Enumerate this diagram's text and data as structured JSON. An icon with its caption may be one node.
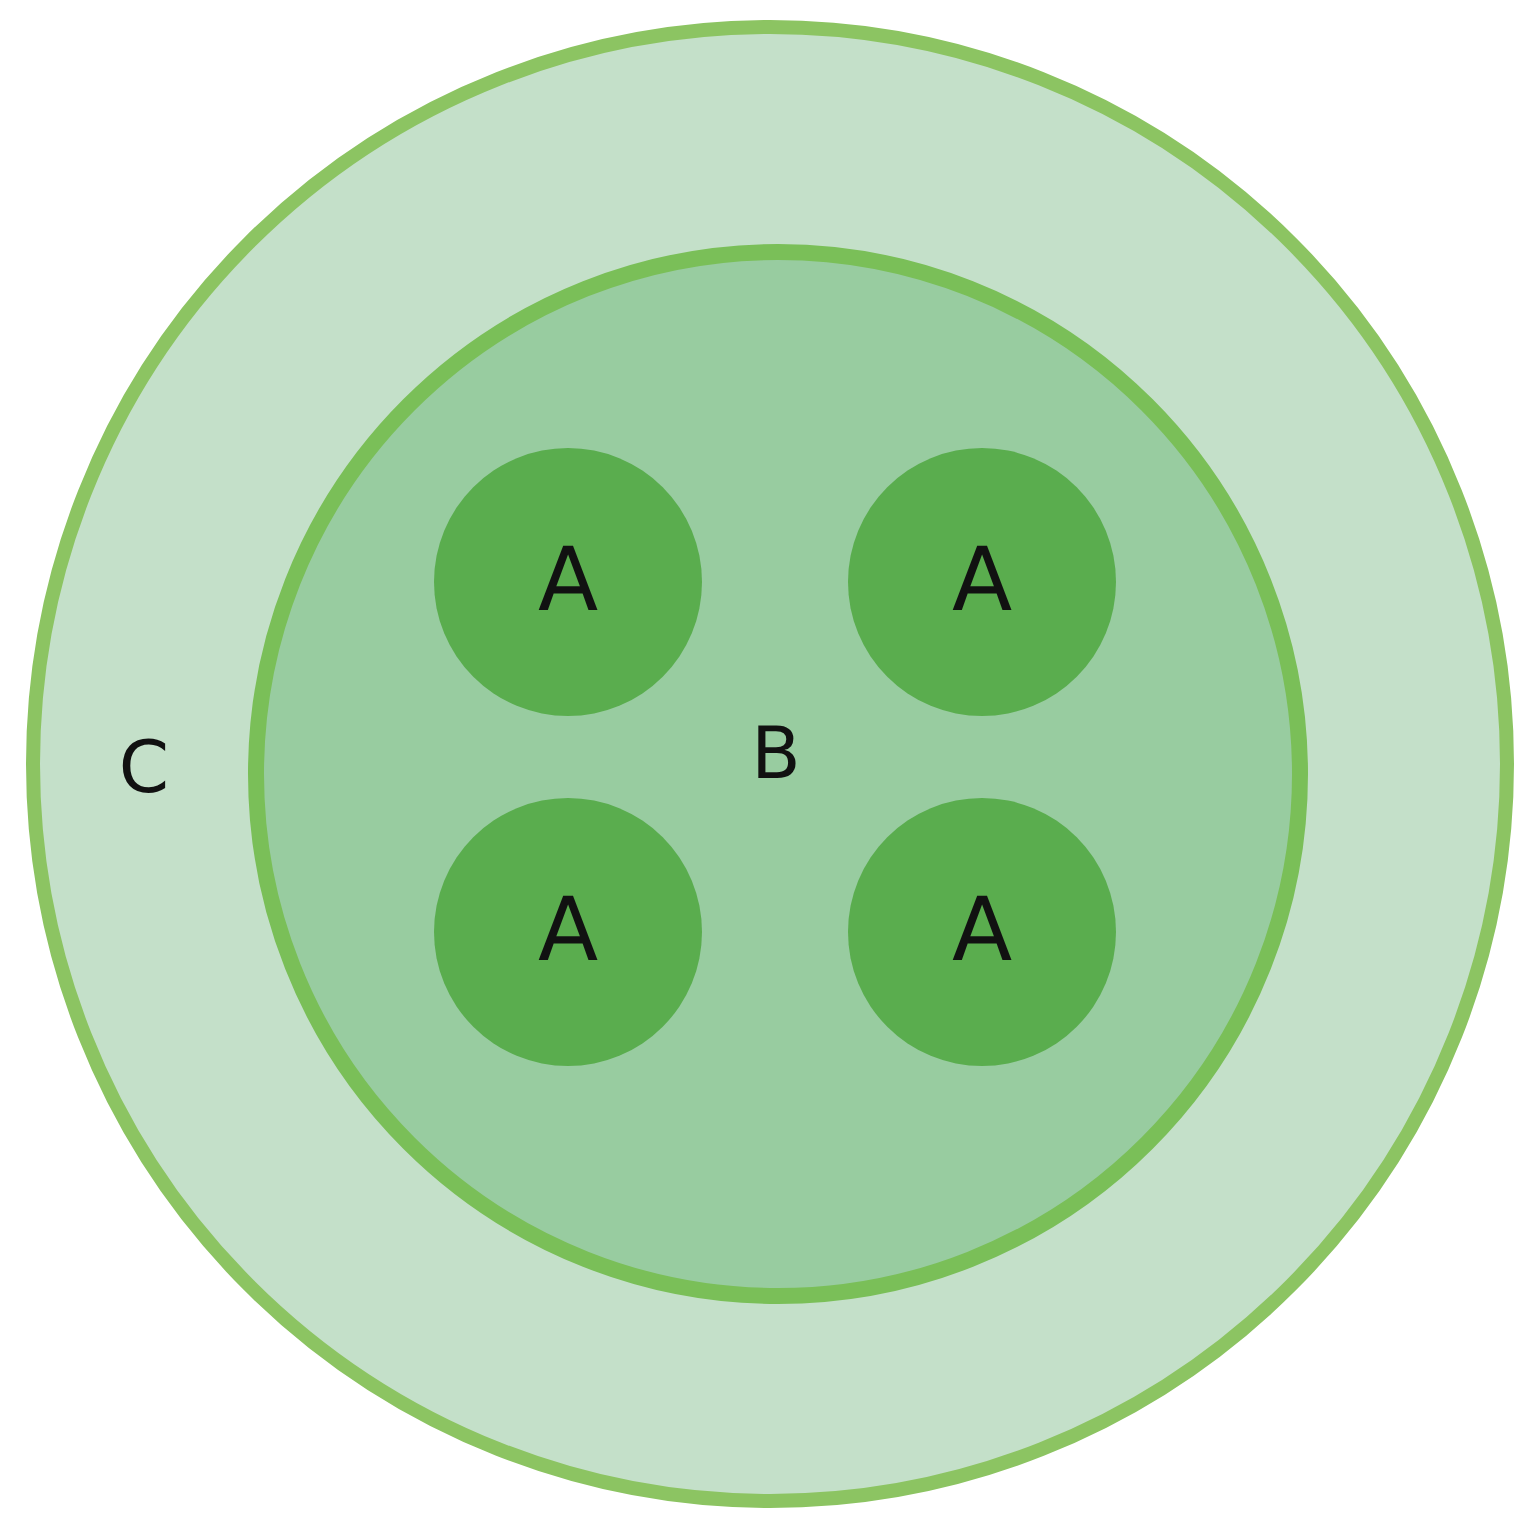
{
  "diagram": {
    "nodes": [
      {
        "text": [
          "C"
        ]
      },
      {
        "text": [
          "B"
        ],
        "in": 0
      },
      {
        "text": [
          "A"
        ],
        "in": 1
      },
      {
        "text": [
          "A"
        ],
        "in": 1
      },
      {
        "text": [
          "A"
        ],
        "in": 1
      },
      {
        "text": [
          "A"
        ],
        "in": 1
      }
    ]
  }
}
